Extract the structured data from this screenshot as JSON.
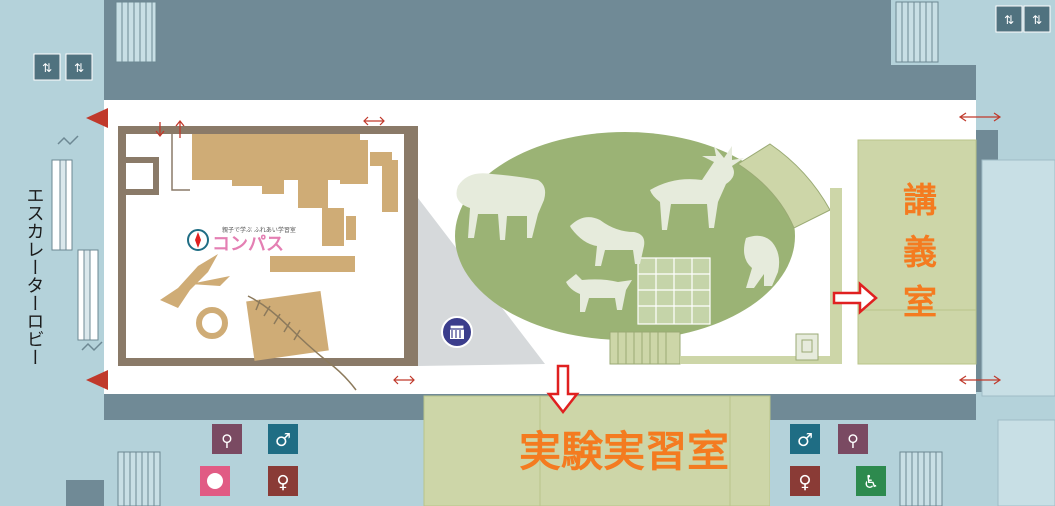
{
  "colors": {
    "wall": "#708a96",
    "lobby": "#b4d2da",
    "hall": "#ffffff",
    "exhibit_green": "#9bb375",
    "room_green": "#cdd6a8",
    "room_border": "#b9c48a",
    "furniture": "#cfac76",
    "wall_dark": "#8a7a68",
    "destination_text": "#f47b20",
    "arrow_red": "#e02020",
    "small_arrow": "#c0392b",
    "wc_male": "#1f6d84",
    "wc_female": "#8a3b36",
    "nursing": "#e15b84",
    "accessible": "#2d8a4e",
    "diaper": "#7a4a62"
  },
  "labels": {
    "escalator_lobby": "エスカレーターロビー",
    "lecture_room": [
      "講",
      "義",
      "室"
    ],
    "lab_room": "実験実習室",
    "compass_logo": "コンパス",
    "compass_tagline": "親子で学ぶ ふれあい学習室"
  },
  "icons": [
    "elevator-icon",
    "escalator-icon",
    "mens-restroom-icon",
    "womens-restroom-icon",
    "nursing-room-icon",
    "diaper-changing-icon",
    "accessible-restroom-icon",
    "museum-logo-icon",
    "direction-arrow-icon",
    "stairs-icon",
    "exit-sign-icon"
  ],
  "animals": [
    "moose",
    "bison",
    "lion",
    "gorilla",
    "wolf"
  ]
}
